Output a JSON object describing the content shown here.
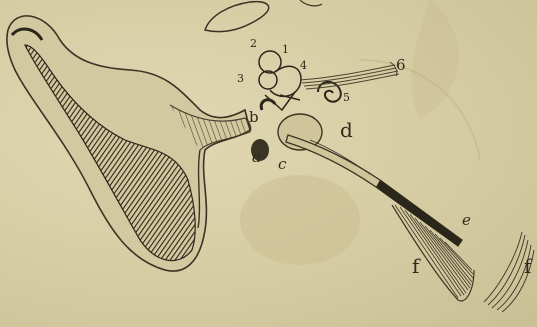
{
  "figure": {
    "labels": {
      "n2": "2",
      "n1": "1",
      "n3": "3",
      "n4": "4",
      "n5": "5",
      "n6": "6",
      "b": "b",
      "a": "a",
      "c": "c",
      "d": "d",
      "e": "e",
      "f1": "f",
      "f2": "f"
    },
    "colors": {
      "paper": "#d8cfa7",
      "ink": "#2f2a1c",
      "hatch": "#3a3425",
      "stain": "#c4b584"
    }
  }
}
